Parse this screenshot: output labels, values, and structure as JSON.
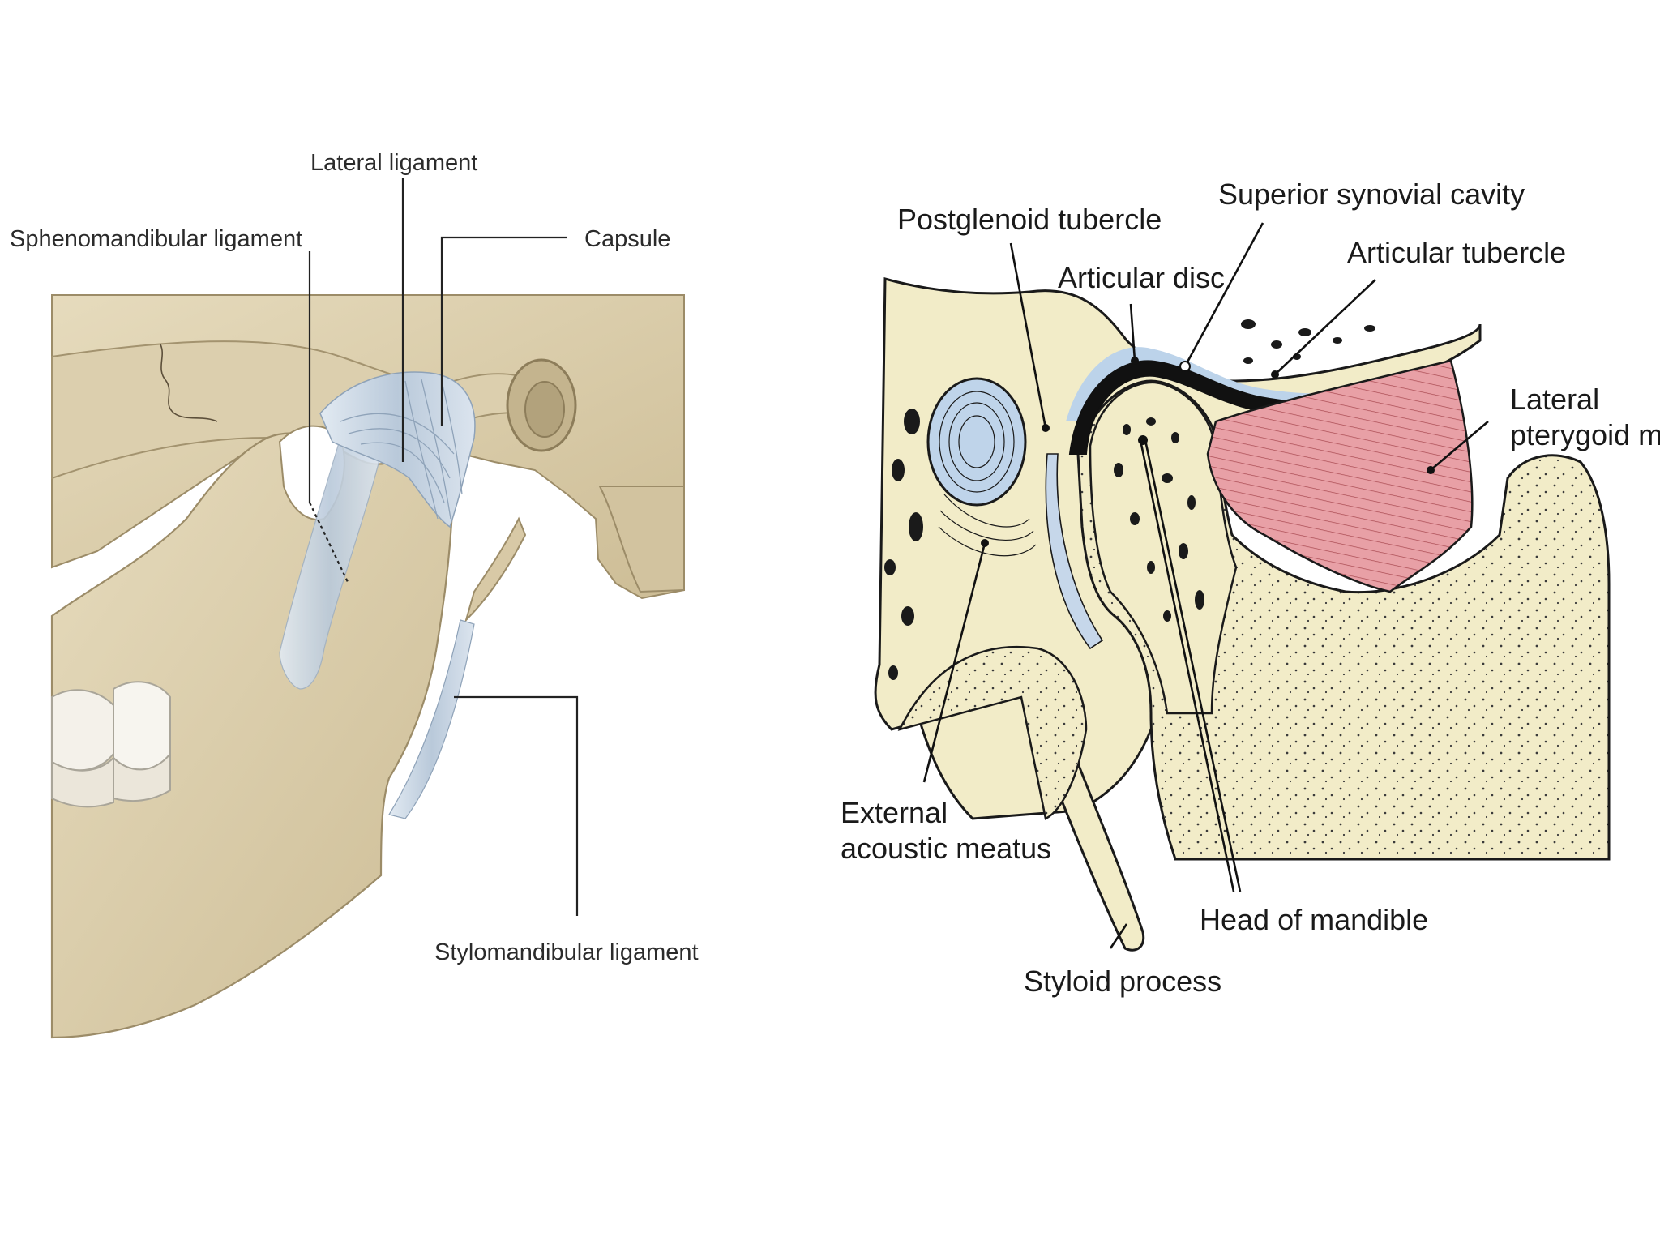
{
  "left_figure": {
    "labels": {
      "lateral_ligament": "Lateral ligament",
      "sphenomandibular_ligament": "Sphenomandibular ligament",
      "capsule": "Capsule",
      "stylomandibular_ligament": "Stylomandibular ligament"
    }
  },
  "right_figure": {
    "labels": {
      "postglenoid_tubercle": "Postglenoid tubercle",
      "superior_synovial_cavity": "Superior synovial cavity",
      "articular_disc": "Articular disc",
      "articular_tubercle": "Articular tubercle",
      "lateral_pterygoid_line1": "Lateral",
      "lateral_pterygoid_line2": "pterygoid m.",
      "external_acoustic_meatus_line1": "External",
      "external_acoustic_meatus_line2": "acoustic meatus",
      "head_of_mandible": "Head of mandible",
      "styloid_process": "Styloid process"
    }
  },
  "colors": {
    "bone": "#d9ccaa",
    "bone_dark": "#b8a882",
    "bone_light": "#ece1c5",
    "ligament": "#c7d4e2",
    "section_bone": "#f2ecc8",
    "disc": "#111111",
    "synovial": "#bcd3ea",
    "muscle": "#e8a0a6"
  }
}
